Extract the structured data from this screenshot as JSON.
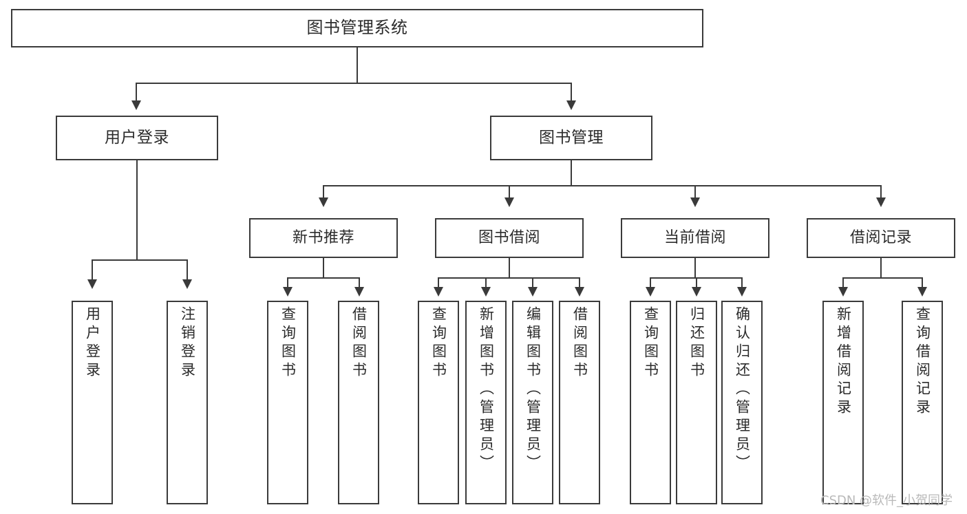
{
  "diagram": {
    "title": "图书管理系统",
    "type": "tree-hierarchy",
    "root": {
      "label": "图书管理系统"
    },
    "level2": [
      {
        "label": "用户登录"
      },
      {
        "label": "图书管理"
      }
    ],
    "level3": [
      {
        "label": "新书推荐"
      },
      {
        "label": "图书借阅"
      },
      {
        "label": "当前借阅"
      },
      {
        "label": "借阅记录"
      }
    ],
    "leaves": {
      "user_login": [
        {
          "label": "用户登录"
        },
        {
          "label": "注销登录"
        }
      ],
      "new_book": [
        {
          "label": "查询图书"
        },
        {
          "label": "借阅图书"
        }
      ],
      "book_borrow": [
        {
          "label": "查询图书"
        },
        {
          "label": "新增图书（管理员）"
        },
        {
          "label": "编辑图书（管理员）"
        },
        {
          "label": "借阅图书"
        }
      ],
      "current_borrow": [
        {
          "label": "查询图书"
        },
        {
          "label": "归还图书"
        },
        {
          "label": "确认归还（管理员）"
        }
      ],
      "borrow_record": [
        {
          "label": "新增借阅记录"
        },
        {
          "label": "查询借阅记录"
        }
      ]
    }
  },
  "watermark": {
    "text": "CSDN @软件_小贺同学"
  },
  "colors": {
    "stroke": "#3a3a3a",
    "background": "#ffffff",
    "text": "#2b2b2b",
    "watermark": "#b9b9b9"
  }
}
